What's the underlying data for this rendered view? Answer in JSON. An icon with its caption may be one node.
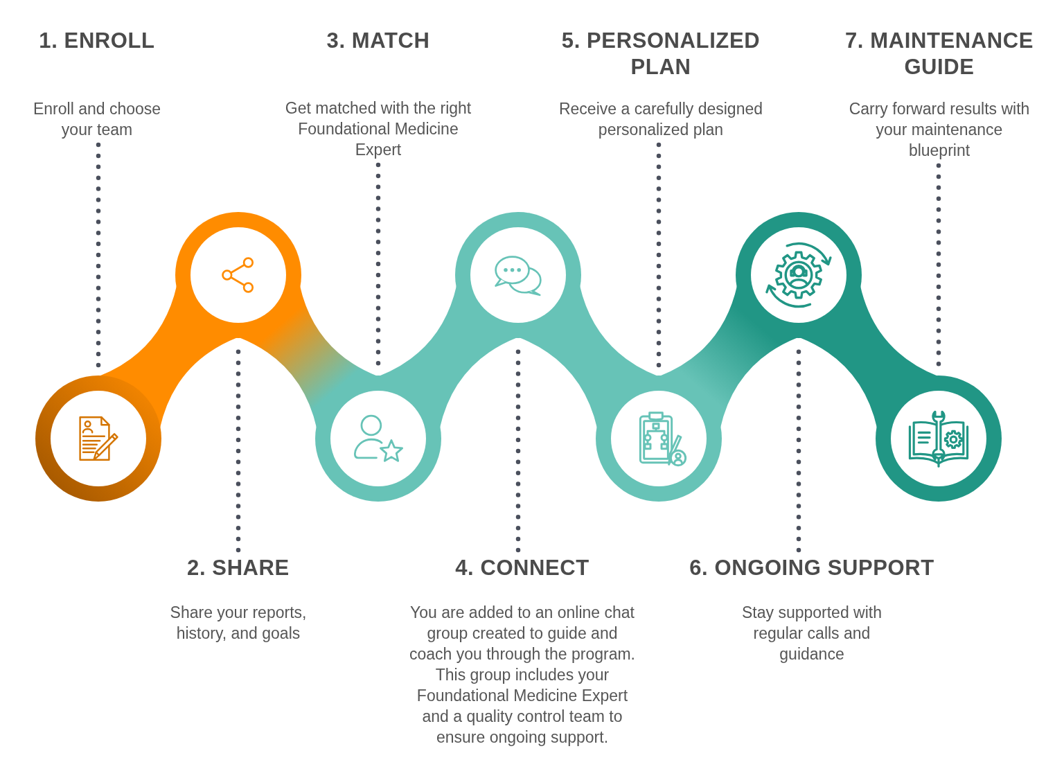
{
  "diagram": {
    "nodes": [
      {
        "text": [
          "1. ENROLL",
          "Enroll and choose your team"
        ]
      },
      {
        "text": [
          "2. SHARE",
          "Share your reports, history, and goals"
        ]
      },
      {
        "text": [
          "3. MATCH",
          "Get matched with the right Foundational Medicine Expert"
        ]
      },
      {
        "text": [
          "4. CONNECT",
          "You are added to an online chat group created to guide and coach you through the program. This group includes your Foundational Medicine Expert and a quality control team to ensure ongoing support."
        ]
      },
      {
        "text": [
          "5. PERSONALIZED PLAN",
          "Receive a carefully designed personalized plan"
        ]
      },
      {
        "text": [
          "6. ONGOING SUPPORT",
          "Stay supported with regular calls and guidance"
        ]
      },
      {
        "text": [
          "7. MAINTENANCE GUIDE",
          "Carry forward results with your maintenance blueprint"
        ]
      },
      {
        "text": [],
        "shape": "circle"
      },
      {
        "text": [],
        "shape": "circle"
      },
      {
        "text": [],
        "shape": "circle"
      },
      {
        "text": [],
        "shape": "circle"
      },
      {
        "text": [],
        "shape": "circle"
      },
      {
        "text": [],
        "shape": "circle"
      },
      {
        "text": [],
        "shape": "circle"
      }
    ],
    "edges": [
      {
        "from": 7,
        "to": 8,
        "arrow": "none",
        "style": "thick"
      },
      {
        "from": 8,
        "to": 9,
        "arrow": "none",
        "style": "thick"
      },
      {
        "from": 9,
        "to": 10,
        "arrow": "none",
        "style": "thick"
      },
      {
        "from": 10,
        "to": 11,
        "arrow": "none",
        "style": "thick"
      },
      {
        "from": 11,
        "to": 12,
        "arrow": "none",
        "style": "thick"
      },
      {
        "from": 12,
        "to": 13,
        "arrow": "none",
        "style": "thick"
      },
      {
        "from": 0,
        "to": 7,
        "arrow": "none",
        "style": "dashed"
      },
      {
        "from": 1,
        "to": 8,
        "arrow": "none",
        "style": "dashed"
      },
      {
        "from": 2,
        "to": 9,
        "arrow": "none",
        "style": "dashed"
      },
      {
        "from": 3,
        "to": 10,
        "arrow": "none",
        "style": "dashed"
      },
      {
        "from": 4,
        "to": 11,
        "arrow": "none",
        "style": "dashed"
      },
      {
        "from": 5,
        "to": 12,
        "arrow": "none",
        "style": "dashed"
      },
      {
        "from": 6,
        "to": 13,
        "arrow": "none",
        "style": "dashed"
      }
    ]
  }
}
